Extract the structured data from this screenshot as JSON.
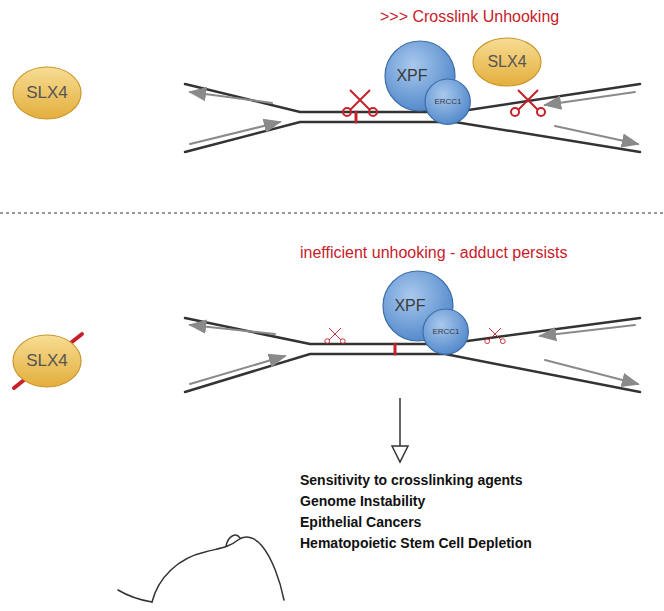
{
  "diagram": {
    "nodes": [
      {
        "text": [
          "SLX4"
        ]
      },
      {
        "text": [
          "XPF"
        ]
      },
      {
        "text": [
          "ERCC1"
        ]
      },
      {
        "text": [
          "SLX4"
        ]
      },
      {
        "text": [
          "SLX4"
        ]
      },
      {
        "text": [
          "XPF"
        ]
      },
      {
        "text": [
          "ERCC1"
        ]
      }
    ],
    "labels": [
      ">>> Crosslink Unhooking",
      "inefficient unhooking - adduct persists",
      "Sensitivity to crosslinking agents",
      "Genome Instability",
      "Epithelial Cancers",
      "Hematopoietic Stem Cell Depletion"
    ]
  }
}
